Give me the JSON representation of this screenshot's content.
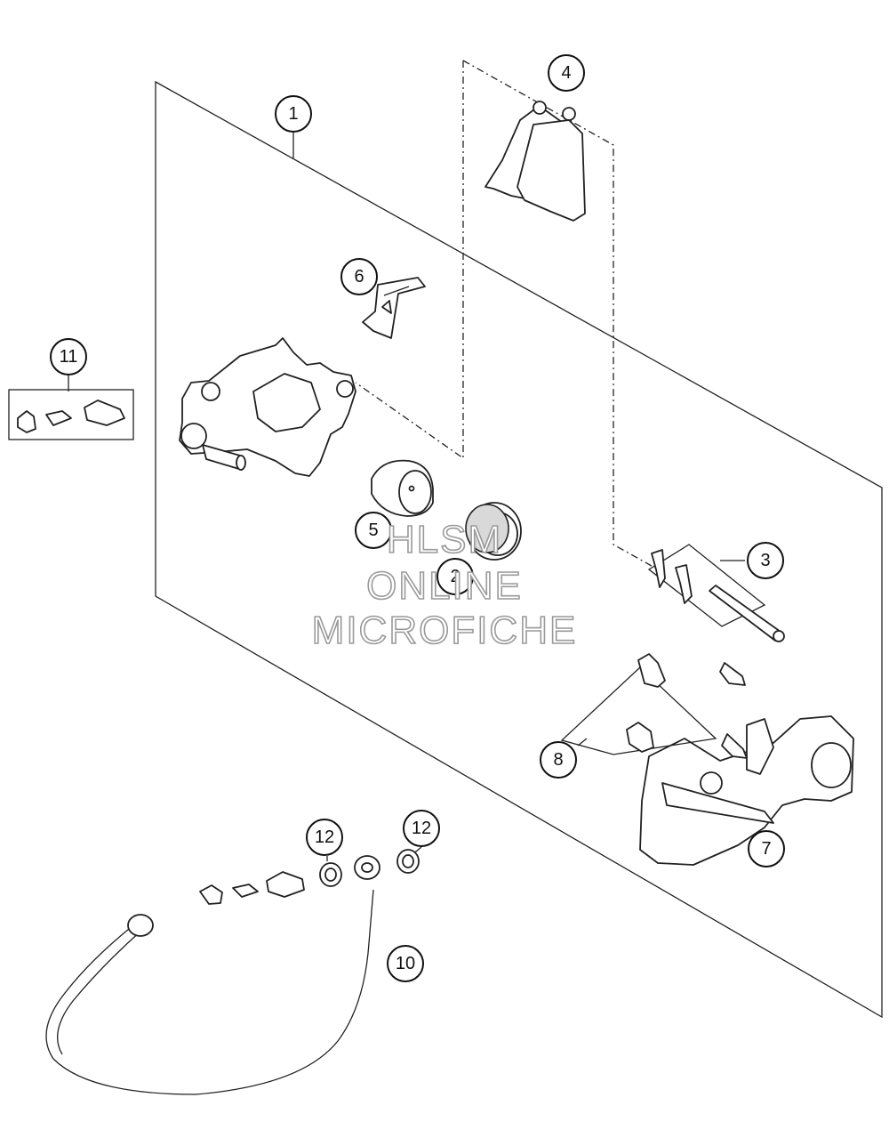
{
  "callouts": [
    {
      "id": "c1",
      "label": "1"
    },
    {
      "id": "c2",
      "label": "2"
    },
    {
      "id": "c3",
      "label": "3"
    },
    {
      "id": "c4",
      "label": "4"
    },
    {
      "id": "c5",
      "label": "5"
    },
    {
      "id": "c6",
      "label": "6"
    },
    {
      "id": "c7",
      "label": "7"
    },
    {
      "id": "c8",
      "label": "8"
    },
    {
      "id": "c10",
      "label": "10"
    },
    {
      "id": "c11",
      "label": "11"
    },
    {
      "id": "c12a",
      "label": "12"
    },
    {
      "id": "c12b",
      "label": "12"
    }
  ],
  "watermark": {
    "line1": "HLSM",
    "line2": "ONLINE",
    "line3": "MICROFICHE"
  },
  "colors": {
    "stroke": "#222222",
    "watermark_outline": "#9a9a9a",
    "background": "#ffffff"
  }
}
